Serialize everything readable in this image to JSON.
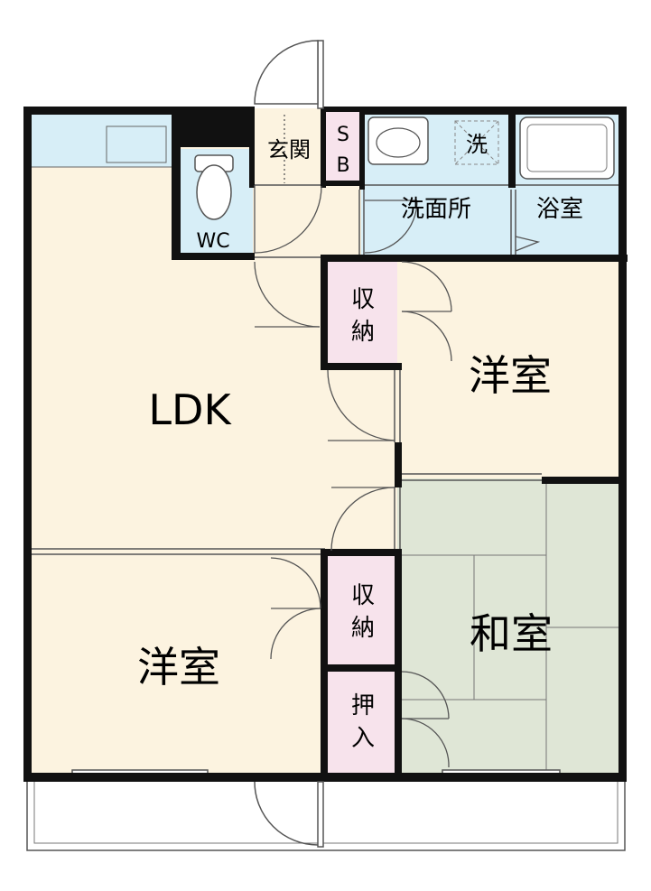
{
  "rooms": {
    "ldk": "LDK",
    "western1": "洋室",
    "western2": "洋室",
    "japanese": "和室",
    "storage1": [
      "収",
      "納"
    ],
    "storage2": [
      "収",
      "納"
    ],
    "oshiire": [
      "押",
      "入"
    ],
    "wc": "WC",
    "genkan": "玄関",
    "sb": [
      "S",
      "B"
    ],
    "washroom": "洗面所",
    "bath": "浴室",
    "washer": "洗"
  },
  "colors": {
    "wet": "#d7eef7",
    "dry": "#fcf3e0",
    "tatami": "#dfe6d6",
    "storage": "#f7e3ec",
    "wall": "#111111",
    "line": "#555555"
  }
}
